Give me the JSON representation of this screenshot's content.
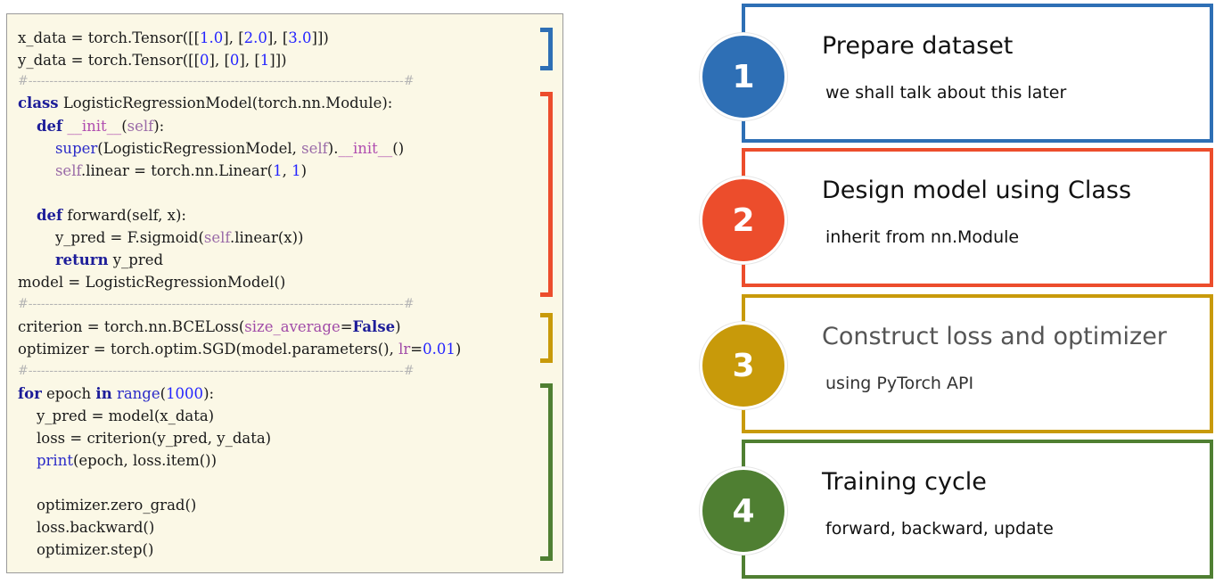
{
  "code": {
    "line1": {
      "a": "x_data = torch.Tensor([[",
      "n1": "1.0",
      "b": "], [",
      "n2": "2.0",
      "c": "], [",
      "n3": "3.0",
      "d": "]])"
    },
    "line2": {
      "a": "y_data = torch.Tensor([[",
      "n1": "0",
      "b": "], [",
      "n2": "0",
      "c": "], [",
      "n3": "1",
      "d": "]])"
    },
    "separator": "#-----------------------------------------------------------------------------------------#",
    "line3": {
      "kw": "class",
      "rest": " LogisticRegressionModel(torch.nn.Module):"
    },
    "line4": {
      "indent": "    ",
      "kw": "def",
      "sp": " ",
      "dunder": "__init__",
      "p1": "(",
      "self": "self",
      "p2": "):"
    },
    "line5": {
      "indent": "        ",
      "bi": "super",
      "a": "(LogisticRegressionModel, ",
      "self": "self",
      "b": ").",
      "dunder": "__init__",
      "c": "()"
    },
    "line6": {
      "indent": "        ",
      "self": "self",
      "a": ".linear = torch.nn.Linear(",
      "n1": "1",
      "b": ", ",
      "n2": "1",
      "c": ")"
    },
    "line7": {
      "indent": "    ",
      "kw": "def",
      "rest": " forward(self, x):"
    },
    "line8": {
      "indent": "        ",
      "a": "y_pred = F.sigmoid(",
      "self": "self",
      "b": ".linear(x))"
    },
    "line9": {
      "indent": "        ",
      "kw": "return",
      "rest": " y_pred"
    },
    "line10": "model = LogisticRegressionModel()",
    "line11": {
      "a": "criterion = torch.nn.BCELoss(",
      "ka": "size_average",
      "eq": "=",
      "kv": "False",
      "b": ")"
    },
    "line12": {
      "a": "optimizer = torch.optim.SGD(model.parameters(), ",
      "ka": "lr",
      "eq": "=",
      "n": "0.01",
      "b": ")"
    },
    "line13": {
      "kw": "for",
      "a": " epoch ",
      "kw2": "in",
      "sp": " ",
      "bi": "range",
      "p1": "(",
      "n": "1000",
      "p2": "):"
    },
    "line14": "    y_pred = model(x_data)",
    "line15": "    loss = criterion(y_pred, y_data)",
    "line16": {
      "indent": "    ",
      "bi": "print",
      "rest": "(epoch, loss.item())"
    },
    "line17": "    optimizer.zero_grad()",
    "line18": "    loss.backward()",
    "line19": "    optimizer.step()"
  },
  "steps": [
    {
      "number": "1",
      "title": "Prepare dataset",
      "subtitle": "we shall talk about this later",
      "color": "#2e6fb5"
    },
    {
      "number": "2",
      "title": "Design model using Class",
      "subtitle": "inherit from nn.Module",
      "color": "#ec4d2c"
    },
    {
      "number": "3",
      "title": "Construct loss and optimizer",
      "subtitle": "using PyTorch API",
      "color": "#c89a0a"
    },
    {
      "number": "4",
      "title": "Training cycle",
      "subtitle": "forward, backward, update",
      "color": "#4f7f32"
    }
  ],
  "colors": {
    "code_background": "#fbf8e6",
    "bracket_dataset": "#2e6fb5",
    "bracket_model": "#ec4d2c",
    "bracket_loss": "#c89a0a",
    "bracket_training": "#4f7f32"
  }
}
